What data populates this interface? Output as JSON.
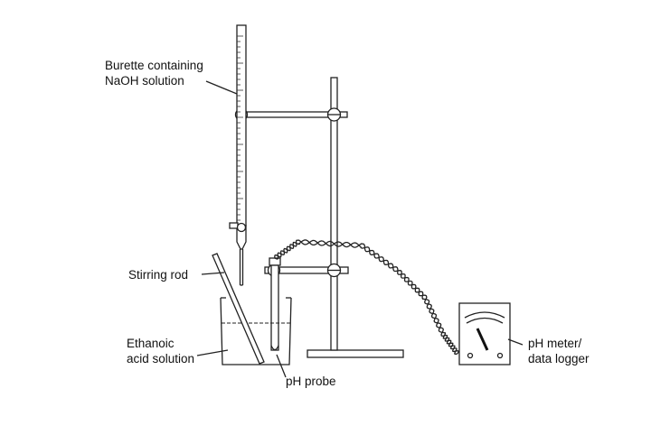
{
  "labels": {
    "burette_line1": "Burette containing",
    "burette_line2": "NaOH solution",
    "stirring_rod": "Stirring rod",
    "acid_line1": "Ethanoic",
    "acid_line2": "acid solution",
    "ph_probe": "pH probe",
    "meter_line1": "pH meter/",
    "meter_line2": "data logger"
  }
}
